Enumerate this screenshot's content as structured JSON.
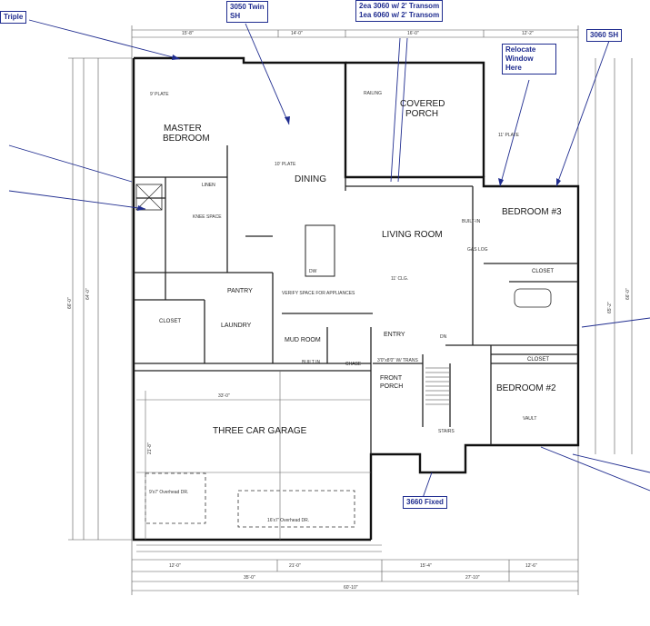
{
  "rooms": {
    "master_bedroom": [
      "MASTER",
      "BEDROOM"
    ],
    "dining": "DINING",
    "covered_porch": [
      "COVERED",
      "PORCH"
    ],
    "living_room": "LIVING ROOM",
    "bedroom3": "BEDROOM #3",
    "bedroom2": "BEDROOM #2",
    "pantry": "PANTRY",
    "laundry": "LAUNDRY",
    "mud_room": "MUD ROOM",
    "entry": "ENTRY",
    "front_porch": [
      "FRONT",
      "PORCH"
    ],
    "closet_a": "CLOSET",
    "closet_b": "CLOSET",
    "closet_c": "CLOSET",
    "three_car_garage": "THREE CAR GARAGE",
    "chase": "CHASE",
    "linen": "LINEN"
  },
  "notes": {
    "dw": "DW",
    "knee_space": "KNEE SPACE",
    "very_space": "VERIFY SPACE FOR APPLIANCES",
    "built_in": "BUILT IN",
    "built_in_2": "BUILT-IN",
    "railing": "RAILING",
    "overhead_left": "9'x7' Overhead DR.",
    "overhead_right": "16'x7' Overhead DR.",
    "stairs": "STAIRS",
    "vault": "VAULT",
    "dn": "DN",
    "plate_9": "9' PLATE",
    "plate_10": "10' PLATE",
    "plate_11": "11' PLATE",
    "clg_11": "11' CLG.",
    "gas_log": "GAS LOG",
    "trans": "3'0\"x8'0\" W/ TRANS"
  },
  "dims": {
    "top_15_8": "15'-8\"",
    "top_14_0": "14'-0\"",
    "top_16_0": "16'-0\"",
    "top_12_2": "12'-2\"",
    "overall_60_10": "60'-10\"",
    "bot_35_0": "35'-0\"",
    "bot_27_10": "27'-10\"",
    "bot_12_0": "12'-0\"",
    "bot_21_0": "21'-0\"",
    "bot_15_4": "15'-4\"",
    "bot_12_6": "12'-6\"",
    "left_66_0": "66'-0\"",
    "left_64_0": "64'-0\"",
    "right_66_0": "66'-0\"",
    "right_65_2": "65'-2\"",
    "garage_33_0": "33'-0\"",
    "garage_21_8": "21'-8\""
  },
  "callouts": {
    "triple": "Triple",
    "twin": [
      "3050 Twin",
      "SH"
    ],
    "transom": [
      "2ea 3060 w/ 2' Transom",
      "1ea 6060 w/ 2' Transom"
    ],
    "relocate": [
      "Relocate",
      "Window",
      "Here"
    ],
    "sh3060": "3060 SH",
    "fixed3660": "3660 Fixed"
  },
  "colors": {
    "callout_blue": "#1f2c8f",
    "wall": "#111111",
    "dim_line": "#444444"
  }
}
